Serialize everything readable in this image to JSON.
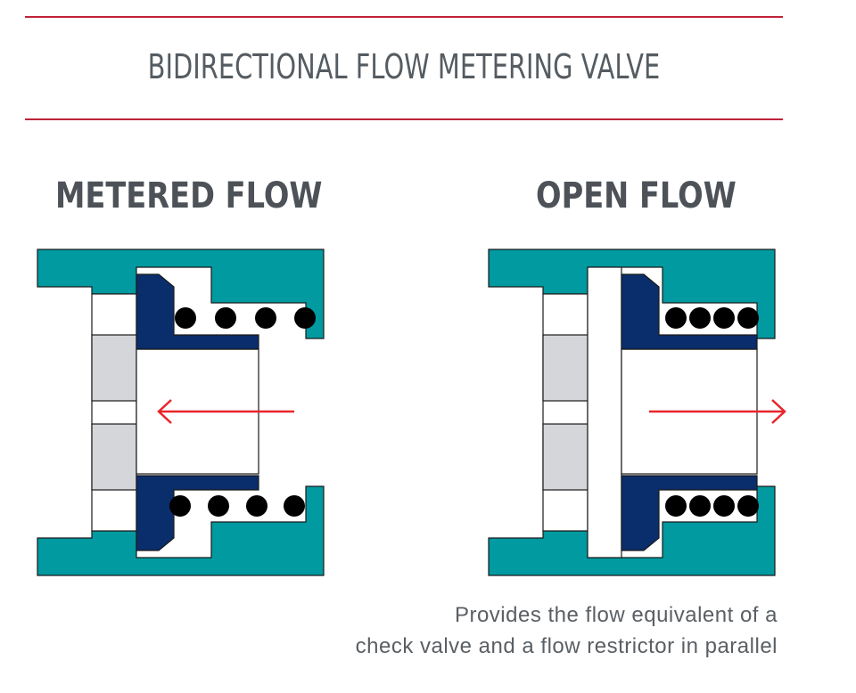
{
  "header": {
    "title": "BIDIRECTIONAL FLOW METERING VALVE"
  },
  "panels": [
    {
      "label": "METERED FLOW",
      "flow_direction": "left"
    },
    {
      "label": "OPEN FLOW",
      "flow_direction": "right"
    }
  ],
  "caption": {
    "line1": "Provides the flow equivalent of a",
    "line2": "check valve and a flow restrictor in parallel"
  },
  "colors": {
    "body": "#009aa0",
    "poppet": "#0a2d6b",
    "seat": "#d5d6d9",
    "arrow": "#e8242b",
    "rule": "#c0233a"
  }
}
